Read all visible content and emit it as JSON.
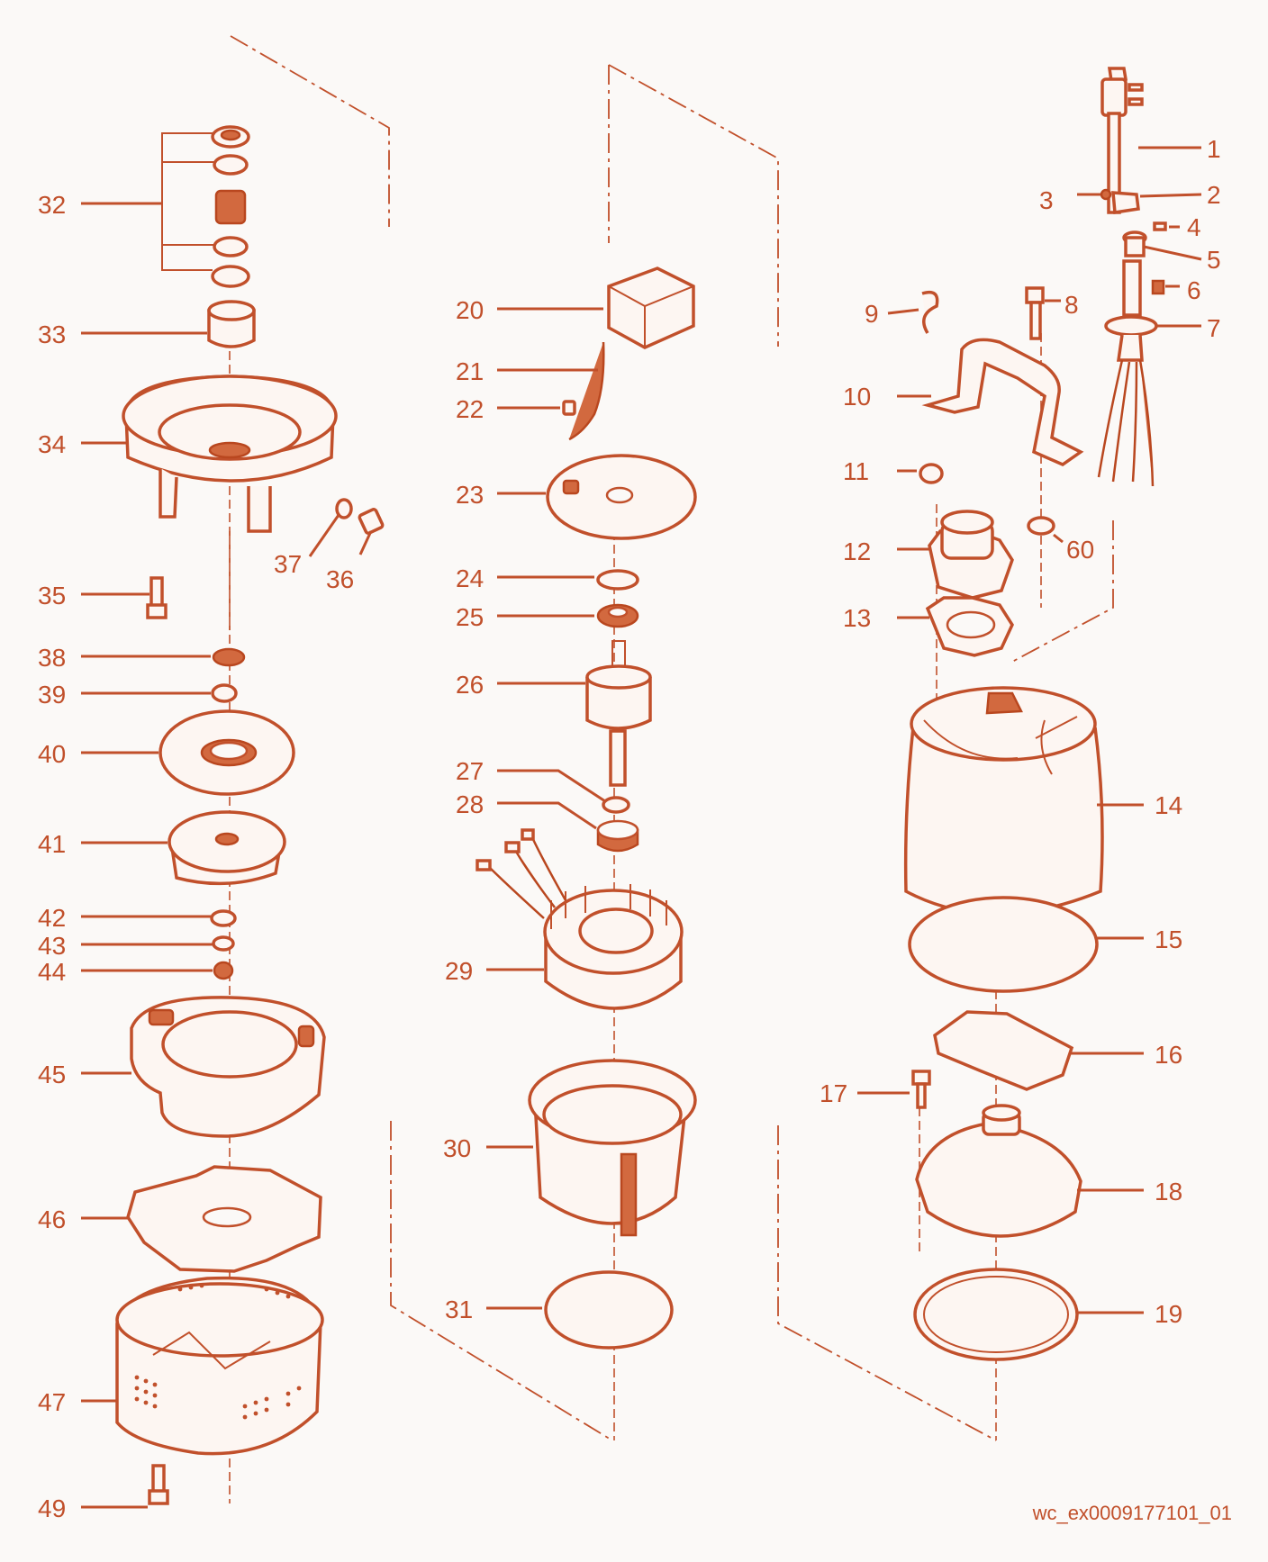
{
  "diagram": {
    "reference_code": "wc_ex0009177101_01",
    "colors": {
      "ink": "#c1502b",
      "background": "#fbf9f7"
    },
    "labels": [
      {
        "id": "p1",
        "text": "1"
      },
      {
        "id": "p2",
        "text": "2"
      },
      {
        "id": "p3",
        "text": "3"
      },
      {
        "id": "p4",
        "text": "4"
      },
      {
        "id": "p5",
        "text": "5"
      },
      {
        "id": "p6",
        "text": "6"
      },
      {
        "id": "p7",
        "text": "7"
      },
      {
        "id": "p8",
        "text": "8"
      },
      {
        "id": "p9",
        "text": "9"
      },
      {
        "id": "p10",
        "text": "10"
      },
      {
        "id": "p11",
        "text": "11"
      },
      {
        "id": "p12",
        "text": "12"
      },
      {
        "id": "p13",
        "text": "13"
      },
      {
        "id": "p14",
        "text": "14"
      },
      {
        "id": "p15",
        "text": "15"
      },
      {
        "id": "p16",
        "text": "16"
      },
      {
        "id": "p17",
        "text": "17"
      },
      {
        "id": "p18",
        "text": "18"
      },
      {
        "id": "p19",
        "text": "19"
      },
      {
        "id": "p20",
        "text": "20"
      },
      {
        "id": "p21",
        "text": "21"
      },
      {
        "id": "p22",
        "text": "22"
      },
      {
        "id": "p23",
        "text": "23"
      },
      {
        "id": "p24",
        "text": "24"
      },
      {
        "id": "p25",
        "text": "25"
      },
      {
        "id": "p26",
        "text": "26"
      },
      {
        "id": "p27",
        "text": "27"
      },
      {
        "id": "p28",
        "text": "28"
      },
      {
        "id": "p29",
        "text": "29"
      },
      {
        "id": "p30",
        "text": "30"
      },
      {
        "id": "p31",
        "text": "31"
      },
      {
        "id": "p32",
        "text": "32"
      },
      {
        "id": "p33",
        "text": "33"
      },
      {
        "id": "p34",
        "text": "34"
      },
      {
        "id": "p35",
        "text": "35"
      },
      {
        "id": "p36",
        "text": "36"
      },
      {
        "id": "p37",
        "text": "37"
      },
      {
        "id": "p38",
        "text": "38"
      },
      {
        "id": "p39",
        "text": "39"
      },
      {
        "id": "p40",
        "text": "40"
      },
      {
        "id": "p41",
        "text": "41"
      },
      {
        "id": "p42",
        "text": "42"
      },
      {
        "id": "p43",
        "text": "43"
      },
      {
        "id": "p44",
        "text": "44"
      },
      {
        "id": "p45",
        "text": "45"
      },
      {
        "id": "p46",
        "text": "46"
      },
      {
        "id": "p47",
        "text": "47"
      },
      {
        "id": "p49",
        "text": "49"
      },
      {
        "id": "p60",
        "text": "60"
      }
    ]
  }
}
